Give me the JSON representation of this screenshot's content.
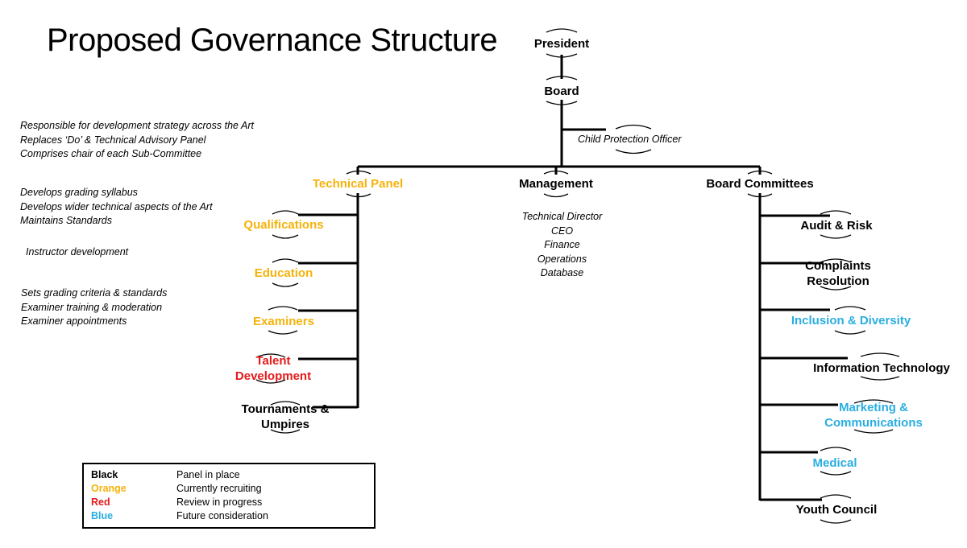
{
  "title": "Proposed Governance Structure",
  "colors": {
    "black": "#000000",
    "orange": "#f5b20b",
    "red": "#e51a1a",
    "blue": "#2aaee0"
  },
  "top": {
    "president": "President",
    "board": "Board",
    "child_protection_officer": "Child Protection Officer"
  },
  "technical_panel": {
    "label": "Technical Panel",
    "items": [
      {
        "line1": "Qualifications",
        "line2": "",
        "status": "orange"
      },
      {
        "line1": "Education",
        "line2": "",
        "status": "orange"
      },
      {
        "line1": "Examiners",
        "line2": "",
        "status": "orange"
      },
      {
        "line1": "Talent",
        "line2": "Development",
        "status": "red"
      },
      {
        "line1": "Tournaments &",
        "line2": "Umpires",
        "status": "black"
      }
    ]
  },
  "management": {
    "label": "Management",
    "roles": [
      "Technical Director",
      "CEO",
      "Finance",
      "Operations",
      "Database"
    ]
  },
  "board_committees": {
    "label": "Board Committees",
    "items": [
      {
        "line1": "Audit & Risk",
        "line2": "",
        "status": "black"
      },
      {
        "line1": "Complaints",
        "line2": "Resolution",
        "status": "black"
      },
      {
        "line1": "Inclusion & Diversity",
        "line2": "",
        "status": "blue"
      },
      {
        "line1": "Information Technology",
        "line2": "",
        "status": "black"
      },
      {
        "line1": "Marketing &",
        "line2": "Communications",
        "status": "blue"
      },
      {
        "line1": "Medical",
        "line2": "",
        "status": "blue"
      },
      {
        "line1": "Youth Council",
        "line2": "",
        "status": "black"
      }
    ]
  },
  "notes": {
    "technical_panel": [
      "Responsible for development strategy across the Art",
      "Replaces ‘Do’ & Technical Advisory Panel",
      "Comprises chair of each Sub-Committee"
    ],
    "qualifications": [
      "Develops grading syllabus",
      "Develops wider technical aspects of the Art",
      "Maintains Standards"
    ],
    "education": [
      "Instructor development"
    ],
    "examiners": [
      "Sets grading criteria &  standards",
      "Examiner training & moderation",
      "Examiner appointments"
    ]
  },
  "legend": [
    {
      "key": "Black",
      "desc": "Panel in place",
      "color": "black"
    },
    {
      "key": "Orange",
      "desc": "Currently recruiting",
      "color": "orange"
    },
    {
      "key": "Red",
      "desc": "Review in progress",
      "color": "red"
    },
    {
      "key": "Blue",
      "desc": "Future consideration",
      "color": "blue"
    }
  ]
}
